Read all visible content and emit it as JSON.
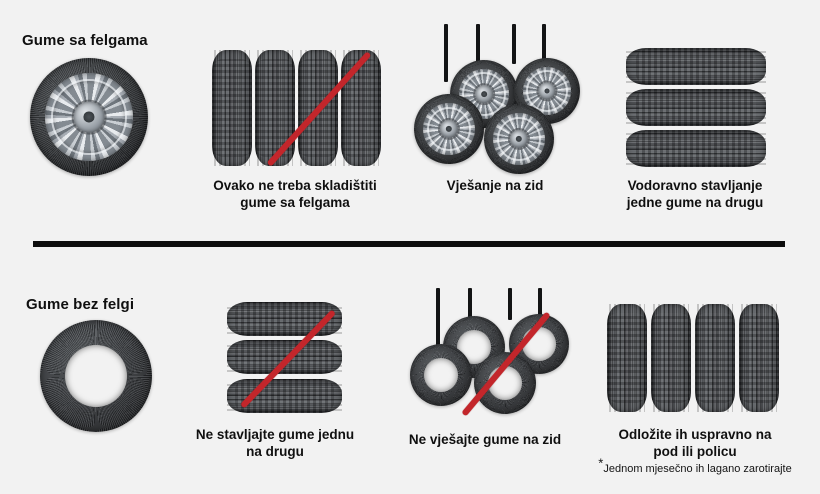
{
  "colors": {
    "background": "#f2f2f2",
    "text": "#101010",
    "divider": "#0d0d0d",
    "strike_red": "#c3262b",
    "tire_dark": "#3a3d40",
    "rim_silver": "#c9ced3"
  },
  "sections": {
    "top": {
      "title": "Gume sa felgama",
      "items": [
        {
          "caption_line1": "Ovako ne treba skladištiti",
          "caption_line2": "gume sa felgama",
          "allowed": false,
          "icon": "four-upright-tires-icon"
        },
        {
          "caption_line1": "Vješanje na zid",
          "caption_line2": "",
          "allowed": true,
          "icon": "four-hanging-wheels-icon"
        },
        {
          "caption_line1": "Vodoravno stavljanje",
          "caption_line2": "jedne gume na drugu",
          "allowed": true,
          "icon": "three-stacked-tires-icon"
        }
      ],
      "hero_icon": "alloy-wheel-icon"
    },
    "bottom": {
      "title": "Gume bez felgi",
      "items": [
        {
          "caption_line1": "Ne stavljajte gume jednu",
          "caption_line2": "na drugu",
          "allowed": false,
          "icon": "three-stacked-tires-icon"
        },
        {
          "caption_line1": "Ne vješajte gume na zid",
          "caption_line2": "",
          "allowed": false,
          "icon": "four-hanging-tires-icon"
        },
        {
          "caption_line1": "Odložite ih uspravno na",
          "caption_line2": "pod ili policu",
          "allowed": true,
          "icon": "four-upright-tires-icon"
        }
      ],
      "hero_icon": "rimless-tire-icon",
      "footnote_star": "*",
      "footnote": "Jednom mjesečno ih lagano zarotirajte"
    }
  }
}
